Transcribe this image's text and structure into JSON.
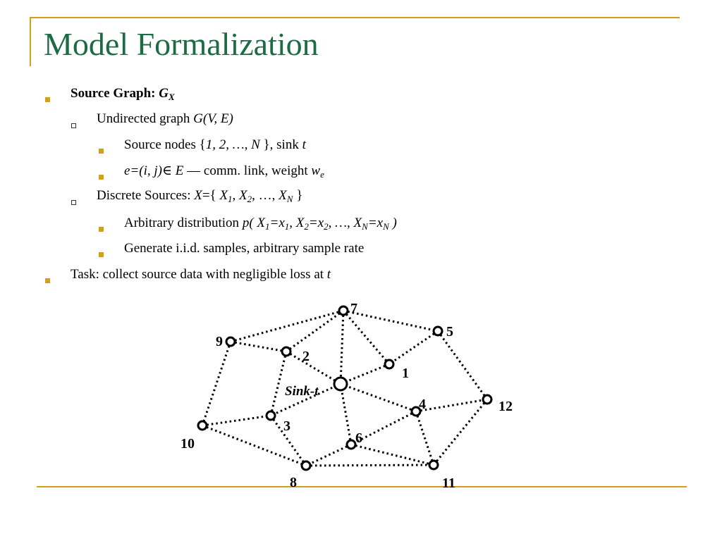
{
  "slide": {
    "title": "Model Formalization",
    "bullets": {
      "b1_label": "Source Graph: ",
      "b1_var": "G",
      "b1_sub": "X",
      "b1a_text": "Undirected graph ",
      "b1a_var": "G(V, E)",
      "b1a1_pre": "Source nodes {",
      "b1a1_set": "1, 2, …, N ",
      "b1a1_post": "}, sink ",
      "b1a1_t": "t",
      "b1a2_edge": "e=(i, j)∈ E",
      "b1a2_dash": " — comm. link, weight ",
      "b1a2_w": "w",
      "b1a2_wsub": "e",
      "b1b_pre": "Discrete Sources: ",
      "b1b_x": "X",
      "b1b_eq": "={ ",
      "b1b_x1": "X",
      "b1b_x1s": "1",
      "b1b_c1": ", ",
      "b1b_x2": "X",
      "b1b_x2s": "2",
      "b1b_dots": ", …, ",
      "b1b_xn": "X",
      "b1b_xns": "N",
      "b1b_close": " }",
      "b1b1_pre": "Arbitrary distribution ",
      "b1b1_p": "p( X",
      "b1b1_s1": "1",
      "b1b1_eq1": "=x",
      "b1b1_s1b": "1",
      "b1b1_c1": ", X",
      "b1b1_s2": "2",
      "b1b1_eq2": "=x",
      "b1b1_s2b": "2",
      "b1b1_dots": ", …, X",
      "b1b1_sn": "N",
      "b1b1_eqn": "=x",
      "b1b1_snb": "N",
      "b1b1_close": " )",
      "b1b2_text": "Generate i.i.d. samples, arbitrary sample rate",
      "b2_text": "Task: collect source data with negligible loss at ",
      "b2_t": "t"
    }
  },
  "graph": {
    "nodes": [
      {
        "id": "7",
        "label": "7"
      },
      {
        "id": "5",
        "label": "5"
      },
      {
        "id": "9",
        "label": "9"
      },
      {
        "id": "2",
        "label": "2"
      },
      {
        "id": "1",
        "label": "1"
      },
      {
        "id": "sink",
        "label": "Sink-t"
      },
      {
        "id": "12",
        "label": "12"
      },
      {
        "id": "4",
        "label": "4"
      },
      {
        "id": "3",
        "label": "3"
      },
      {
        "id": "10",
        "label": "10"
      },
      {
        "id": "6",
        "label": "6"
      },
      {
        "id": "8",
        "label": "8"
      },
      {
        "id": "11",
        "label": "11"
      }
    ],
    "edges": [
      [
        "9",
        "7"
      ],
      [
        "7",
        "5"
      ],
      [
        "9",
        "2"
      ],
      [
        "9",
        "10"
      ],
      [
        "7",
        "2"
      ],
      [
        "7",
        "sink"
      ],
      [
        "7",
        "1"
      ],
      [
        "5",
        "1"
      ],
      [
        "5",
        "12"
      ],
      [
        "2",
        "sink"
      ],
      [
        "2",
        "3"
      ],
      [
        "1",
        "sink"
      ],
      [
        "sink",
        "3"
      ],
      [
        "sink",
        "4"
      ],
      [
        "sink",
        "6"
      ],
      [
        "10",
        "3"
      ],
      [
        "10",
        "8"
      ],
      [
        "3",
        "8"
      ],
      [
        "4",
        "12"
      ],
      [
        "4",
        "6"
      ],
      [
        "4",
        "11"
      ],
      [
        "12",
        "11"
      ],
      [
        "6",
        "8"
      ],
      [
        "6",
        "11"
      ],
      [
        "8",
        "11"
      ]
    ]
  }
}
